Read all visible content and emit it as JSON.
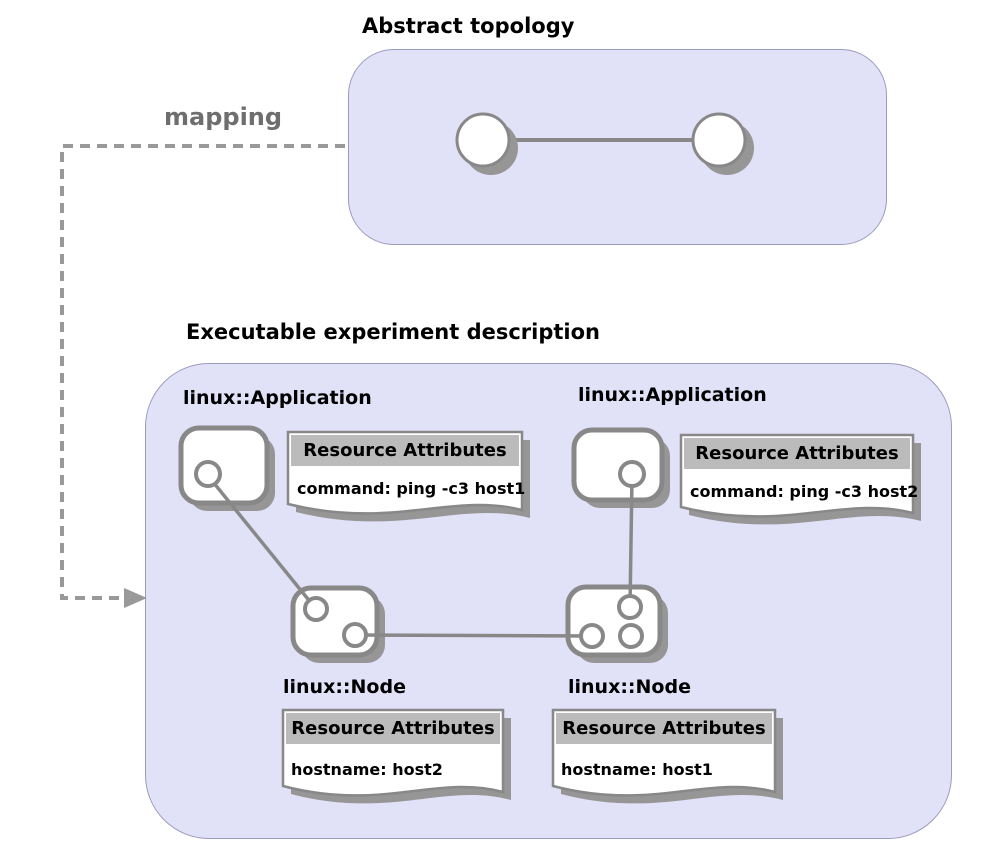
{
  "titles": {
    "abstract": "Abstract topology",
    "executable": "Executable experiment description",
    "mapping": "mapping"
  },
  "labels": {
    "app1": "linux::Application",
    "app2": "linux::Application",
    "node1": "linux::Node",
    "node2": "linux::Node"
  },
  "resource_boxes": [
    {
      "title": "Resource Attributes",
      "body": "command: ping -c3 host1"
    },
    {
      "title": "Resource Attributes",
      "body": "command: ping -c3 host2"
    },
    {
      "title": "Resource Attributes",
      "body": "hostname: host2"
    },
    {
      "title": "Resource Attributes",
      "body": "hostname: host1"
    }
  ],
  "colors": {
    "panel_fill": "#e1e1f8",
    "panel_border": "#9b9bbd",
    "shape_stroke": "#888888",
    "shadow": "#969696",
    "note_header_fill": "#bbbbbb",
    "mapping_arrow": "#999999",
    "mapping_text": "#6e6e6e",
    "text": "#000000"
  }
}
